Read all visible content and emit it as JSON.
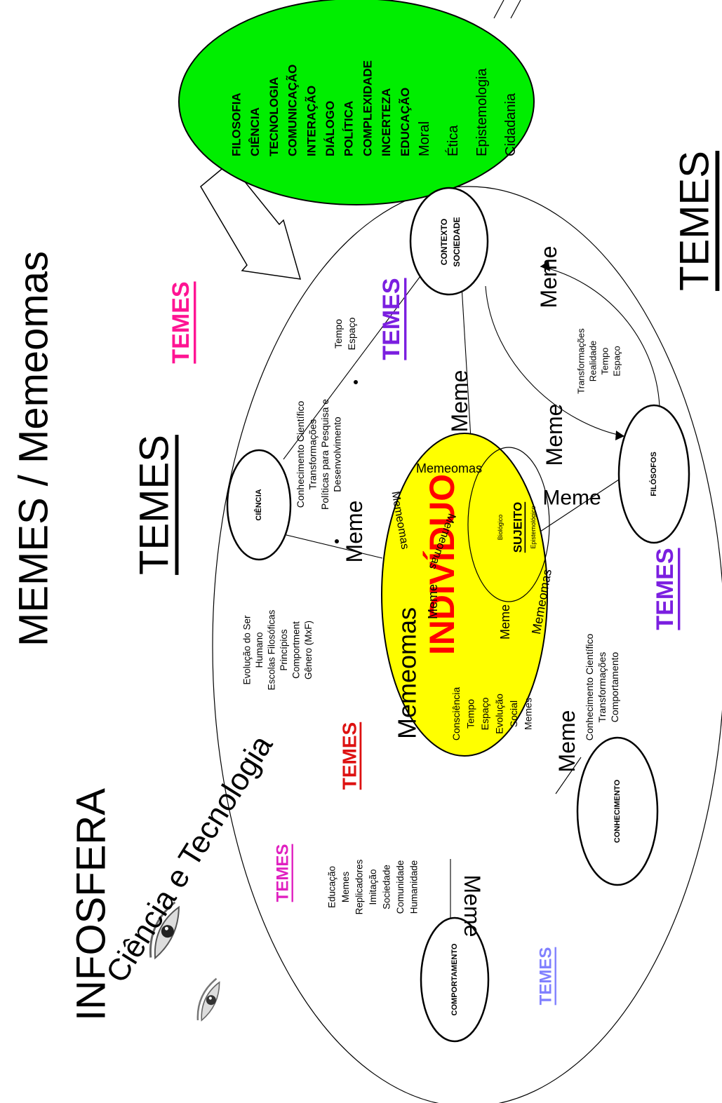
{
  "title": "MEMES / Memeomas",
  "infosfera": "INFOSFERA",
  "ciencia_tecnologia": "Ciência e Tecnologia",
  "temes": "TEMES",
  "meme": "Meme",
  "memeomas": "Memeomas",
  "individuo": "INDIVÍDUO",
  "sujeito": {
    "top": "Biológico",
    "main": "SUJEITO",
    "bottom": "Epistemológico"
  },
  "green_topics": {
    "bold": [
      "FILOSOFIA",
      "CIÊNCIA",
      "TECNOLOGIA",
      "COMUNICAÇÃO",
      "INTERAÇÃO",
      "DIÁLOGO",
      "POLÍTICA",
      "COMPLEXIDADE",
      "INCERTEZA",
      "EDUCAÇÃO"
    ],
    "normal": [
      "Moral",
      "Ética",
      "Epistemologia",
      "Cidadania"
    ]
  },
  "nodes": {
    "ciencia": "CIÊNCIA",
    "contexto": [
      "CONTEXTO",
      "SOCIEDADE"
    ],
    "filosofos": "FILÓSOFOS",
    "conhecimento": "CONHECIMENTO",
    "comportamento": "COMPORTAMENTO"
  },
  "lists": {
    "ciencia_links": [
      "Conhecimento Científico",
      "Transformações",
      "Políticas para Pesquisa e",
      "Desenvolvimento"
    ],
    "tempo_espaco": [
      "Tempo",
      "Espaço"
    ],
    "filosofos_links": [
      "Transformações",
      "Realidade",
      "Tempo",
      "Espaço"
    ],
    "conhecimento_links": [
      "Conhecimento Científico",
      "Transformações",
      "Comportamento"
    ],
    "left_column": [
      "Evolução do Ser",
      "Humano",
      "Escolas Filosóficas",
      "Princípios",
      "Comportment",
      "Gênero (MxF)"
    ],
    "educacao_column": [
      "Educação",
      "Memes",
      "Replicadores",
      "Imitação",
      "Sociedade",
      "Comunidade",
      "Humanidade"
    ],
    "individuo_column": [
      "Consciência",
      "Tempo",
      "Espaço",
      "Evolução",
      "Social",
      "Memes"
    ]
  },
  "colors": {
    "green": "#00ee00",
    "yellow": "#ffff00",
    "magenta": "#ff1493",
    "purple": "#7b1fe0",
    "red": "#ff0000",
    "lavender": "#8080ff",
    "crimson": "#dd1111"
  }
}
